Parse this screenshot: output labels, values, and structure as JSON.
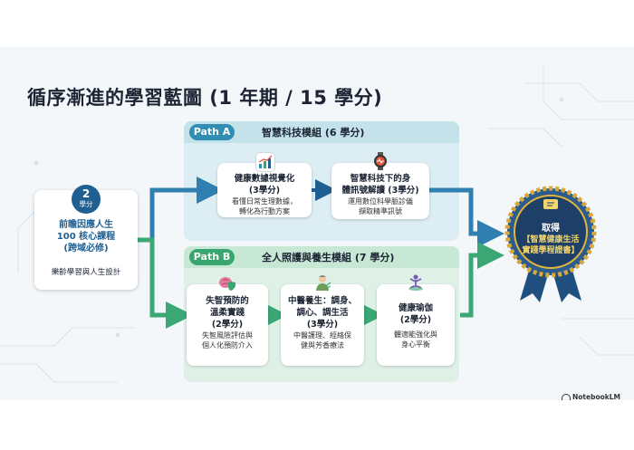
{
  "title": "循序漸進的學習藍圖 (1 年期 / 15 學分)",
  "intro": {
    "credits_number": "2",
    "credits_unit": "學分",
    "title_lines": [
      "前瞻因應人生",
      "100 核心課程",
      "(跨域必修)"
    ],
    "note": "樂齡學習與人生設計"
  },
  "path_a": {
    "tag": "Path A",
    "title": "智慧科技模組 (6 學分)",
    "courses": [
      {
        "title_lines": [
          "健康數據視覺化",
          "(3學分)"
        ],
        "desc_lines": [
          "看懂日常生理數據，",
          "轉化為行動方案"
        ],
        "icon": "chart-icon"
      },
      {
        "title_lines": [
          "智慧科技下的身",
          "體訊號解讀 (3學分)"
        ],
        "desc_lines": [
          "運用數位科學脈診儀",
          "擷取精準訊號"
        ],
        "icon": "smartwatch-icon"
      }
    ]
  },
  "path_b": {
    "tag": "Path B",
    "title": "全人照護與養生模組 (7 學分)",
    "courses": [
      {
        "title_lines": [
          "失智預防的",
          "溫柔實踐",
          "(2學分)"
        ],
        "desc_lines": [
          "失智風險評估與",
          "個人化預防介入"
        ],
        "icon": "brain-shield-icon"
      },
      {
        "title_lines": [
          "中醫養生：調身、",
          "調心、調生活",
          "(3學分)"
        ],
        "desc_lines": [
          "中醫護理、經絡保",
          "健與芳香療法"
        ],
        "icon": "herbal-doctor-icon"
      },
      {
        "title_lines": [
          "健康瑜伽",
          "(2學分)"
        ],
        "desc_lines": [
          "體適能強化與",
          "身心平衡"
        ],
        "icon": "yoga-icon"
      }
    ]
  },
  "certificate": {
    "line1": "取得",
    "line2": "【智慧健康生活",
    "line3": "實踐學程證書】",
    "icon": "scroll-icon"
  },
  "footer": {
    "brand": "NotebookLM"
  },
  "colors": {
    "blue": "#1f5f91",
    "teal": "#2f8eb1",
    "green": "#39a66f",
    "gold": "#e2b53b"
  }
}
